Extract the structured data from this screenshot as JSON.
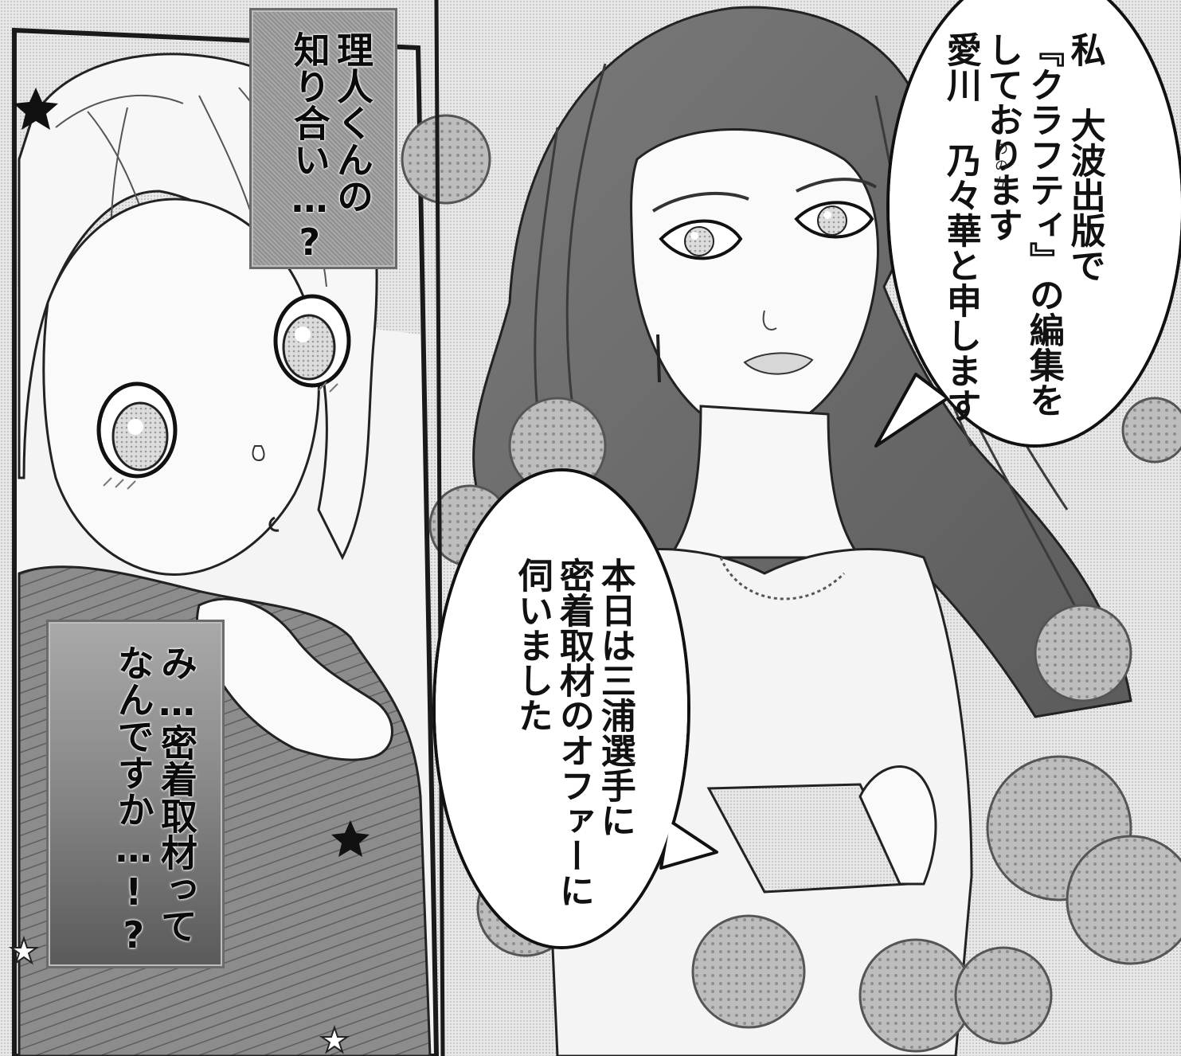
{
  "captions": [
    {
      "id": "caption-1",
      "columns": [
        "理人くんの",
        "知り合い…?"
      ]
    },
    {
      "id": "caption-2",
      "columns": [
        "み…密着取材って",
        "なんですか…!?"
      ]
    }
  ],
  "bubbles": [
    {
      "id": "bubble-1",
      "columns": [
        "私 大波出版で",
        "『クラフティ』の編集を",
        "しております",
        "愛川 乃々華と申します"
      ],
      "ruby": "ののか"
    },
    {
      "id": "bubble-2",
      "columns": [
        "本日は三浦選手に",
        "密着取材のオファーに",
        "伺いました"
      ]
    }
  ]
}
